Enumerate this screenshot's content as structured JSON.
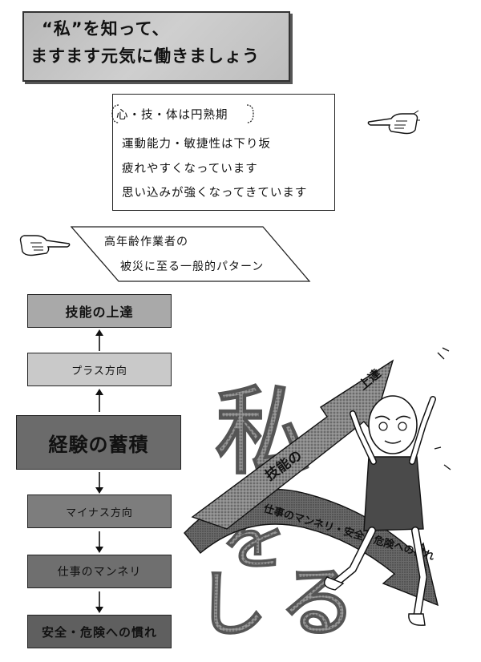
{
  "title": {
    "line1": "“私”を知って、",
    "line2": "ますます元気に働きましょう"
  },
  "info": {
    "lines": [
      "心・技・体は円熟期",
      "運動能力・敏捷性は下り坂",
      "疲れやすくなっています",
      "思い込みが強くなってきています"
    ]
  },
  "pattern": {
    "line1": "高年齢作業者の",
    "line2": "被災に至る一般的パターン"
  },
  "flow": {
    "steps": [
      "技能の上達",
      "プラス方向",
      "経験の蓄積",
      "マイナス方向",
      "仕事のマンネリ",
      "安全・危険への慣れ"
    ]
  },
  "illustration": {
    "big_text": [
      "私",
      "を",
      "し",
      "る"
    ],
    "up_arrow_tail": "技能の",
    "up_arrow_head": "上達",
    "down_arrow": "仕事のマンネリ・安全・危険への慣れ"
  },
  "icons": [
    "pointing-hand-left-icon",
    "pointing-hand-right-icon"
  ]
}
